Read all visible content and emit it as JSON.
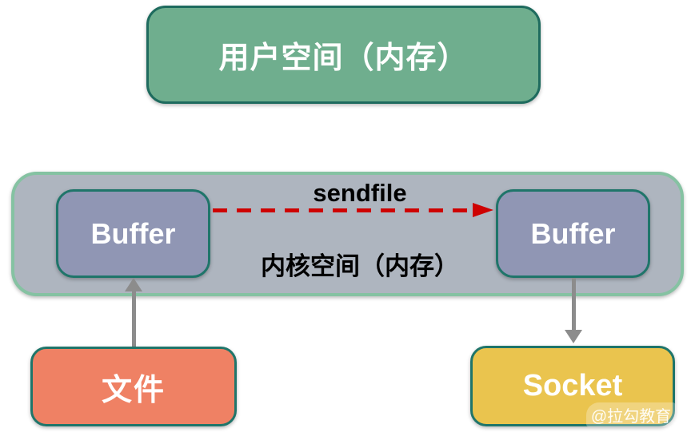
{
  "diagram": {
    "user_space": {
      "label": "用户空间（内存）"
    },
    "kernel_space": {
      "label": "内核空间（内存）"
    },
    "buffers": {
      "left": "Buffer",
      "right": "Buffer"
    },
    "sendfile": {
      "label": "sendfile"
    },
    "file": {
      "label": "文件"
    },
    "socket": {
      "label": "Socket"
    },
    "watermark": "@拉勾教育"
  },
  "colors": {
    "user-space-fill": "#6FAE8E",
    "user-space-border": "#1E6B5E",
    "kernel-fill": "#AEB5BF",
    "kernel-border": "#85C2A2",
    "buffer-fill": "#9096B4",
    "buffer-border": "#1F756A",
    "file-fill": "#EF8164",
    "socket-fill": "#EAC44E",
    "arrow-red": "#CE0202",
    "arrow-gray": "#8C8C8C",
    "text-black": "#000000",
    "text-white": "#FFFFFF"
  }
}
